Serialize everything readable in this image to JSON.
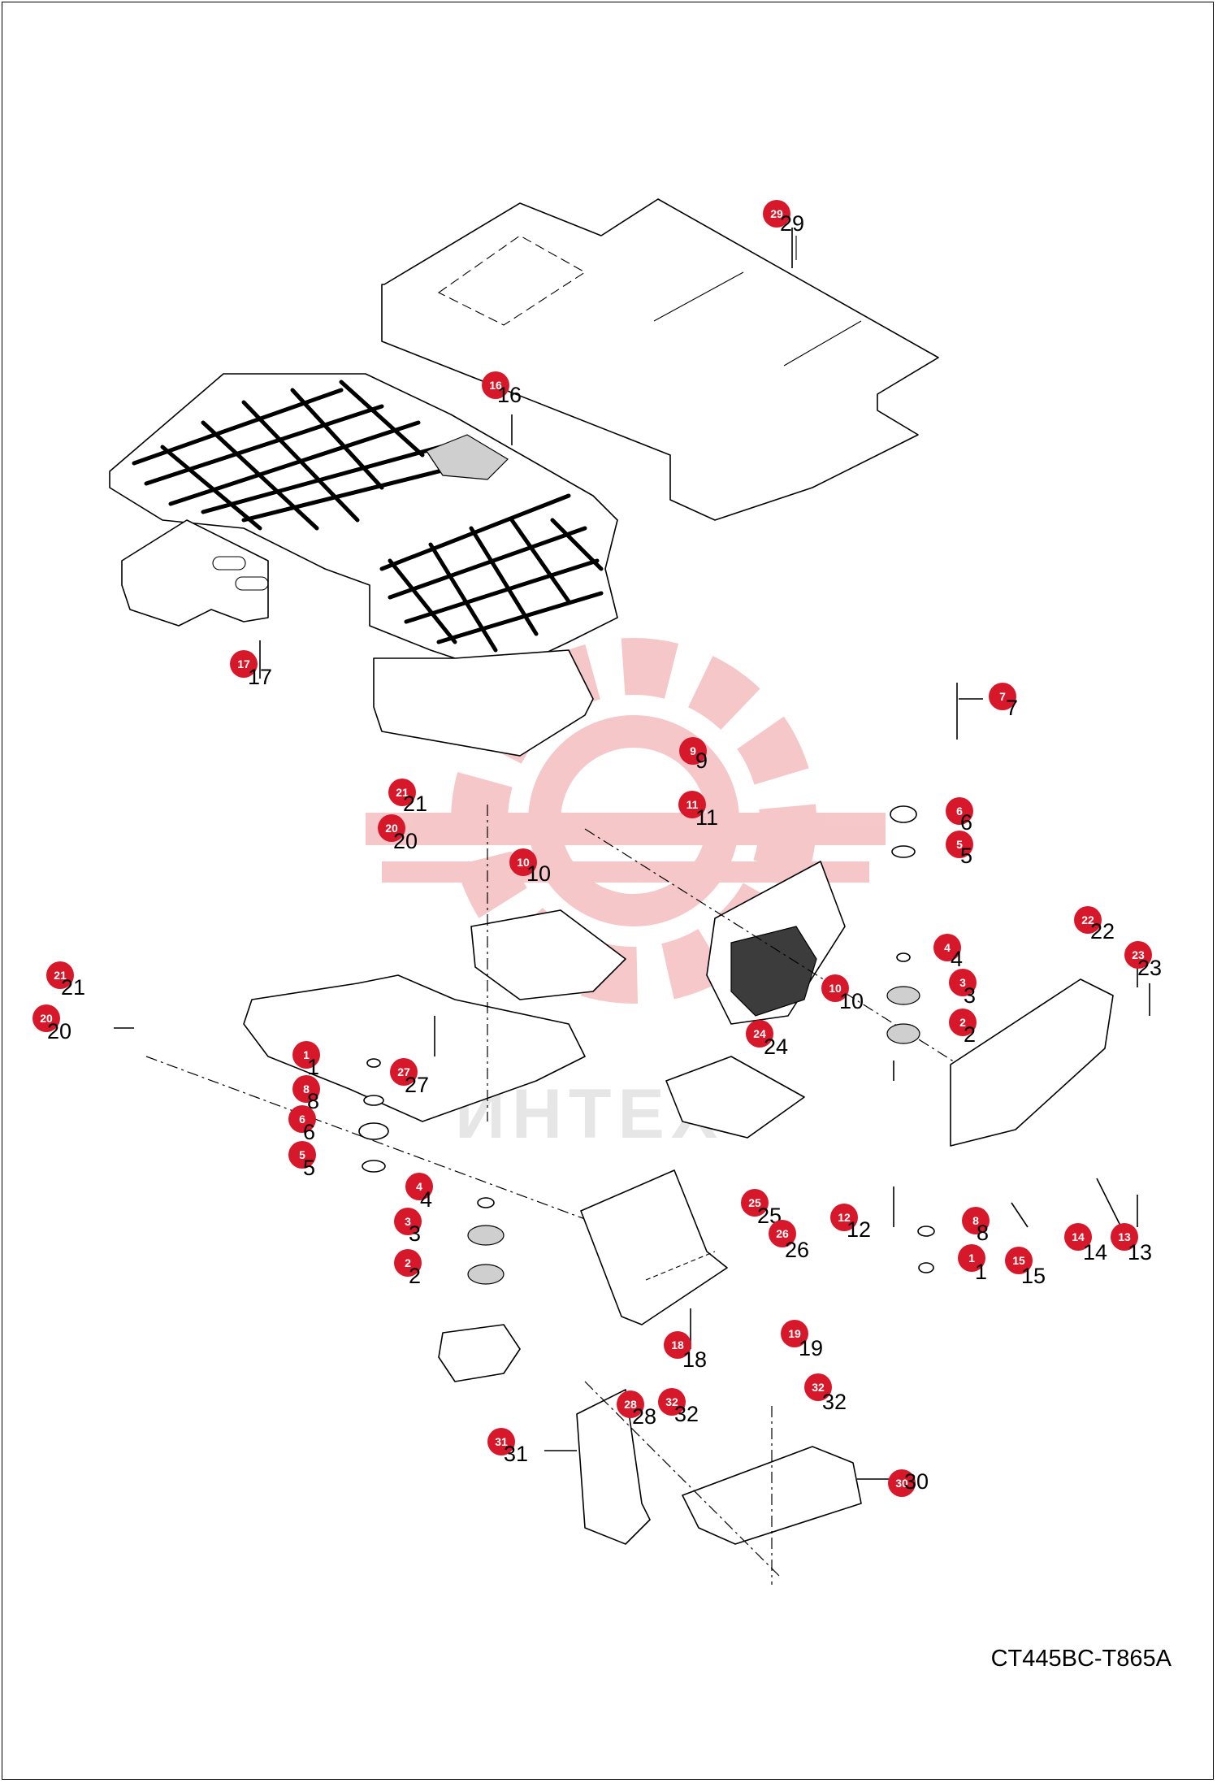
{
  "drawing": {
    "reference": "CT445BC-T865A",
    "callout_color": "#d7182a",
    "watermark_color": "#f4b5b8",
    "watermark_text": "ИНТЕХ"
  },
  "callouts": [
    {
      "n": "29",
      "label": "29"
    },
    {
      "n": "16",
      "label": "16"
    },
    {
      "n": "17",
      "label": "17"
    },
    {
      "n": "7",
      "label": "7"
    },
    {
      "n": "9",
      "label": "9"
    },
    {
      "n": "11",
      "label": "11"
    },
    {
      "n": "21a",
      "label": "21"
    },
    {
      "n": "20a",
      "label": "20"
    },
    {
      "n": "10a",
      "label": "10"
    },
    {
      "n": "6a",
      "label": "6"
    },
    {
      "n": "5a",
      "label": "5"
    },
    {
      "n": "22",
      "label": "22"
    },
    {
      "n": "23",
      "label": "23"
    },
    {
      "n": "4a",
      "label": "4"
    },
    {
      "n": "3a",
      "label": "3"
    },
    {
      "n": "2a",
      "label": "2"
    },
    {
      "n": "10b",
      "label": "10"
    },
    {
      "n": "21b",
      "label": "21"
    },
    {
      "n": "20b",
      "label": "20"
    },
    {
      "n": "24",
      "label": "24"
    },
    {
      "n": "1a",
      "label": "1"
    },
    {
      "n": "8a",
      "label": "8"
    },
    {
      "n": "27",
      "label": "27"
    },
    {
      "n": "6b",
      "label": "6"
    },
    {
      "n": "5b",
      "label": "5"
    },
    {
      "n": "4b",
      "label": "4"
    },
    {
      "n": "25",
      "label": "25"
    },
    {
      "n": "12",
      "label": "12"
    },
    {
      "n": "3b",
      "label": "3"
    },
    {
      "n": "26",
      "label": "26"
    },
    {
      "n": "8b",
      "label": "8"
    },
    {
      "n": "14",
      "label": "14"
    },
    {
      "n": "13",
      "label": "13"
    },
    {
      "n": "2b",
      "label": "2"
    },
    {
      "n": "1b",
      "label": "1"
    },
    {
      "n": "15",
      "label": "15"
    },
    {
      "n": "19",
      "label": "19"
    },
    {
      "n": "18",
      "label": "18"
    },
    {
      "n": "28",
      "label": "28"
    },
    {
      "n": "32a",
      "label": "32"
    },
    {
      "n": "32b",
      "label": "32"
    },
    {
      "n": "31",
      "label": "31"
    },
    {
      "n": "30",
      "label": "30"
    }
  ]
}
